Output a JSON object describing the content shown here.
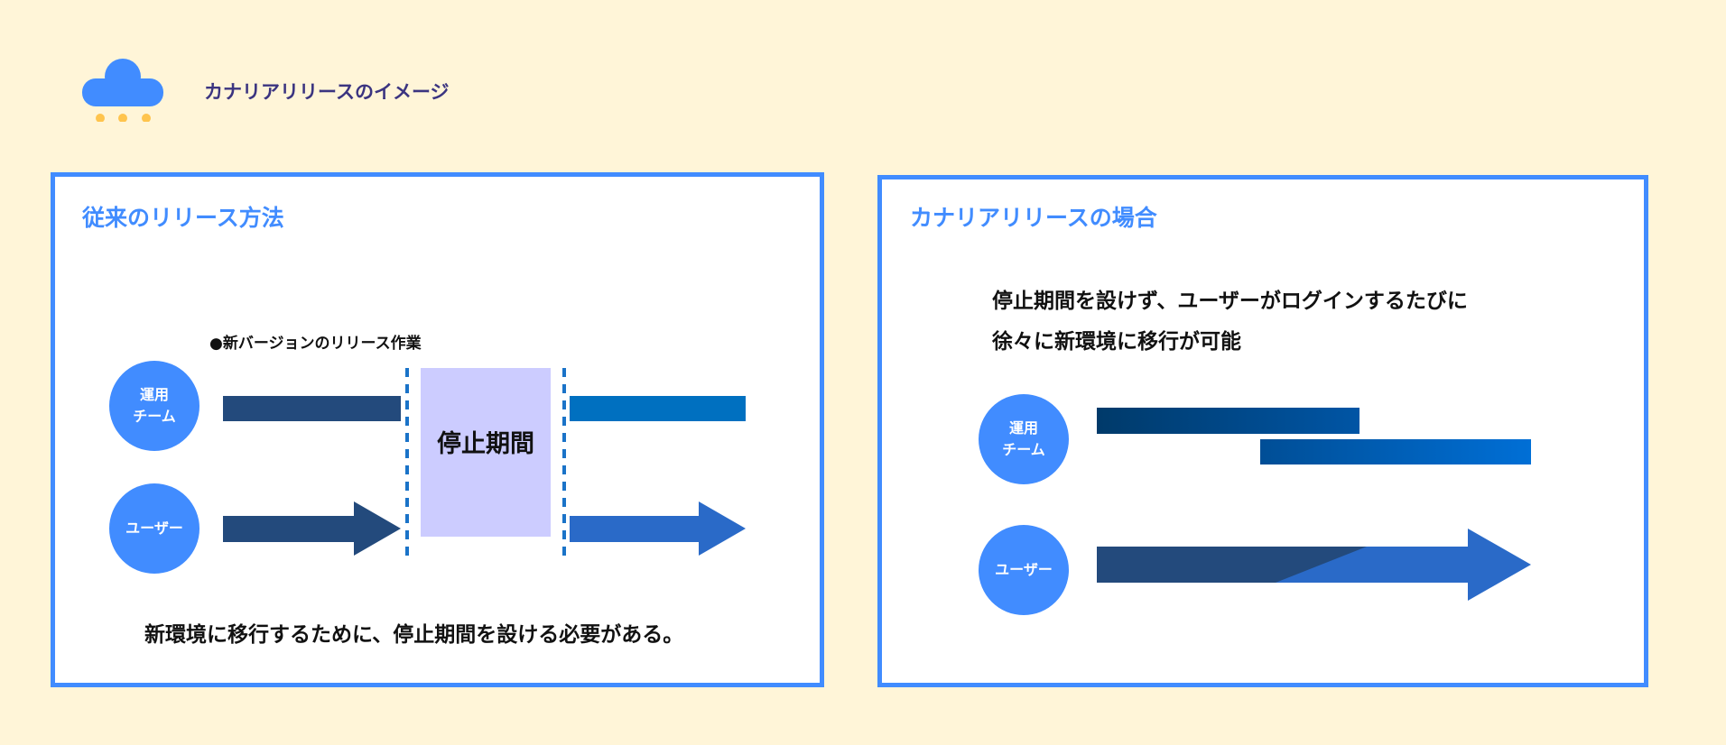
{
  "header": {
    "title": "カナリアリリースのイメージ",
    "icon": "cloud-icon"
  },
  "left_panel": {
    "title": "従来のリリース方法",
    "work_label": "●新バージョンのリリース作業",
    "ops_team": "運用\nチーム",
    "user": "ユーザー",
    "downtime": "停止期間",
    "caption": "新環境に移行するために、停止期間を設ける必要がある。"
  },
  "right_panel": {
    "title": "カナリアリリースの場合",
    "desc_line1": "停止期間を設けず、ユーザーがログインするたびに",
    "desc_line2": "徐々に新環境に移行が可能",
    "ops_team": "運用\nチーム",
    "user": "ユーザー"
  },
  "colors": {
    "accent": "#418cff",
    "background": "#fff5d8",
    "title": "#3b3480",
    "old_bar": "#234a7c",
    "new_bar": "#0070c0",
    "new_arrow": "#2a6ac8",
    "downtime_box": "#ccccff"
  }
}
